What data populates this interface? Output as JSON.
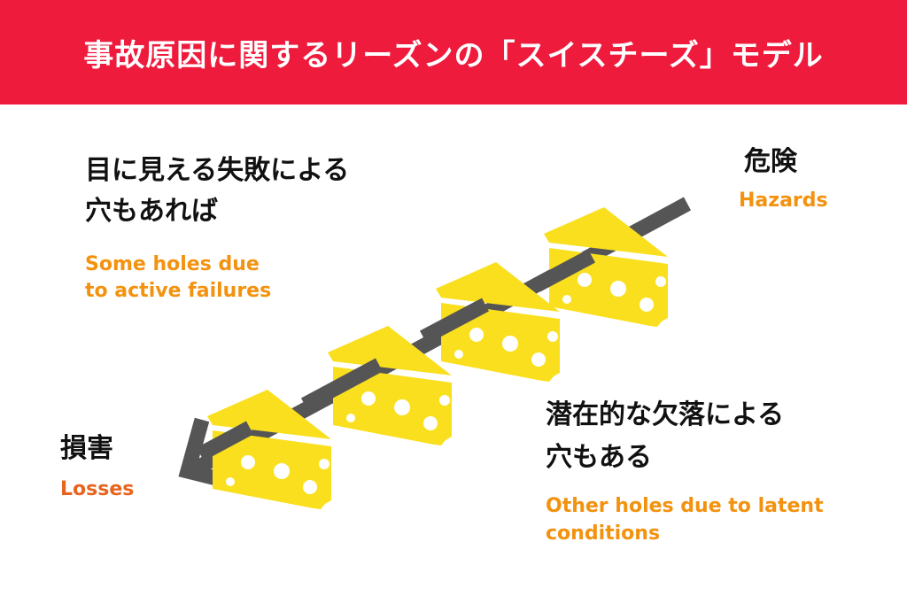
{
  "header": {
    "title": "事故原因に関するリーズンの「スイスチーズ」モデル",
    "bg_color": "#EE1B3D"
  },
  "colors": {
    "orange": "#F3920F",
    "loss_orange": "#E8641E",
    "cheese": "#FADF1E",
    "arrow": "#555555"
  },
  "icons": [
    "cheese-slice-icon",
    "arrow-icon"
  ],
  "hazards": {
    "jp": "危険",
    "en": "Hazards"
  },
  "losses": {
    "jp": "損害",
    "en": "Losses"
  },
  "active_failures": {
    "jp_line1": "目に見える失敗による",
    "jp_line2": "穴もあれば",
    "en_line1": "Some holes due",
    "en_line2": "to active failures"
  },
  "latent_conditions": {
    "jp_line1": "潜在的な欠落による",
    "jp_line2": "穴もある",
    "en_line1": "Other holes due to latent",
    "en_line2": "conditions"
  },
  "cheese_slice_count": 4
}
